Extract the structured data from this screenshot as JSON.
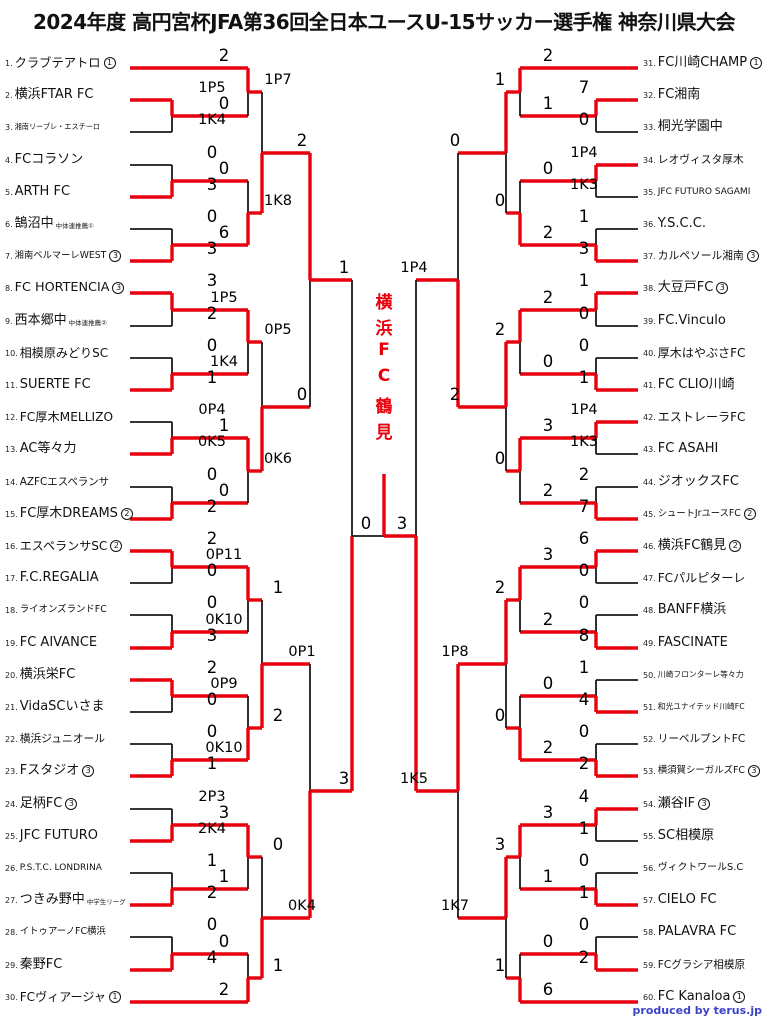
{
  "title": "2024年度 高円宮杯JFA第36回全日本ユースU-15サッカー選手権 神奈川県大会",
  "footer": "produced by terus.jp",
  "champion": "横浜FC鶴見",
  "colors": {
    "winner_path": "#e8000d",
    "line": "#1a1a1a",
    "champion_text": "#e8000d",
    "footer_text": "#3b43c8"
  },
  "final": {
    "scores": [
      "0",
      "3"
    ],
    "winner": "right"
  },
  "left": {
    "teams": [
      {
        "n": "1.",
        "name": "クラブテアトロ",
        "seed": "1"
      },
      {
        "n": "2.",
        "name": "横浜FTAR FC"
      },
      {
        "n": "3.",
        "name": "湘南リーブレ・エスチーロ"
      },
      {
        "n": "4.",
        "name": "FCコラソン"
      },
      {
        "n": "5.",
        "name": "ARTH FC"
      },
      {
        "n": "6.",
        "name": "鵠沼中",
        "note": "中体連推薦①"
      },
      {
        "n": "7.",
        "name": "湘南ベルマーレWEST",
        "seed": "3"
      },
      {
        "n": "8.",
        "name": "FC HORTENCIA",
        "seed": "3"
      },
      {
        "n": "9.",
        "name": "西本郷中",
        "note": "中体連推薦②"
      },
      {
        "n": "10.",
        "name": "相模原みどりSC"
      },
      {
        "n": "11.",
        "name": "SUERTE FC"
      },
      {
        "n": "12.",
        "name": "FC厚木MELLIZO"
      },
      {
        "n": "13.",
        "name": "AC等々力"
      },
      {
        "n": "14.",
        "name": "AZFCエスペランサ"
      },
      {
        "n": "15.",
        "name": "FC厚木DREAMS",
        "seed": "2"
      },
      {
        "n": "16.",
        "name": "エスペランサSC",
        "seed": "2"
      },
      {
        "n": "17.",
        "name": "F.C.REGALIA"
      },
      {
        "n": "18.",
        "name": "ライオンズランドFC"
      },
      {
        "n": "19.",
        "name": "FC AIVANCE"
      },
      {
        "n": "20.",
        "name": "横浜栄FC"
      },
      {
        "n": "21.",
        "name": "VidaSCいさま"
      },
      {
        "n": "22.",
        "name": "横浜ジュニオール"
      },
      {
        "n": "23.",
        "name": "Fスタジオ",
        "seed": "3"
      },
      {
        "n": "24.",
        "name": "足柄FC",
        "seed": "3"
      },
      {
        "n": "25.",
        "name": "JFC FUTURO"
      },
      {
        "n": "26.",
        "name": "P.S.T.C. LONDRINA"
      },
      {
        "n": "27.",
        "name": "つきみ野中",
        "note": "中学生リーグ"
      },
      {
        "n": "28.",
        "name": "イトゥアーノFC横浜"
      },
      {
        "n": "29.",
        "name": "秦野FC"
      },
      {
        "n": "30.",
        "name": "FCヴィアージャ",
        "seed": "1"
      }
    ],
    "r1": [
      {
        "scores": [
          "1P5",
          "1K4"
        ],
        "winner": "top"
      },
      {
        "scores": [
          "0",
          "3"
        ],
        "winner": "bottom"
      },
      {
        "scores": [
          "0",
          "3"
        ],
        "winner": "bottom"
      },
      {
        "scores": [
          "3",
          "2"
        ],
        "winner": "top"
      },
      {
        "scores": [
          "0",
          "1"
        ],
        "winner": "bottom"
      },
      {
        "scores": [
          "0P4",
          "0K5"
        ],
        "winner": "bottom"
      },
      {
        "scores": [
          "0",
          "2"
        ],
        "winner": "bottom"
      },
      {
        "scores": [
          "2",
          "0"
        ],
        "winner": "top"
      },
      {
        "scores": [
          "0",
          "3"
        ],
        "winner": "bottom"
      },
      {
        "scores": [
          "2",
          "0"
        ],
        "winner": "top"
      },
      {
        "scores": [
          "0",
          "1"
        ],
        "winner": "bottom"
      },
      {
        "scores": [
          "2P3",
          "2K4"
        ],
        "winner": "bottom"
      },
      {
        "scores": [
          "1",
          "2"
        ],
        "winner": "bottom"
      },
      {
        "scores": [
          "0",
          "4"
        ],
        "winner": "bottom"
      }
    ],
    "r2": [
      {
        "scores": [
          "2",
          "0"
        ],
        "winner": "top"
      },
      {
        "scores": [
          "0",
          "6"
        ],
        "winner": "bottom"
      },
      {
        "scores": [
          "1P5",
          "1K4"
        ],
        "winner": "top"
      },
      {
        "scores": [
          "1",
          "0"
        ],
        "winner": "top"
      },
      {
        "scores": [
          "0P11",
          "0K10"
        ],
        "winner": "top"
      },
      {
        "scores": [
          "0P9",
          "0K10"
        ],
        "winner": "bottom"
      },
      {
        "scores": [
          "3",
          "1"
        ],
        "winner": "top"
      },
      {
        "scores": [
          "0",
          "2"
        ],
        "winner": "bottom"
      }
    ],
    "r3": [
      {
        "scores": [
          "1P7",
          "1K8"
        ],
        "winner": "bottom"
      },
      {
        "scores": [
          "0P5",
          "0K6"
        ],
        "winner": "bottom"
      },
      {
        "scores": [
          "1",
          "2"
        ],
        "winner": "bottom"
      },
      {
        "scores": [
          "0",
          "1"
        ],
        "winner": "bottom"
      }
    ],
    "qf": [
      {
        "scores": [
          "2",
          "0"
        ],
        "winner": "top"
      },
      {
        "scores": [
          "0P1",
          "0K4"
        ],
        "winner": "bottom"
      }
    ],
    "sf": {
      "scores": [
        "1",
        "3"
      ],
      "winner": "bottom"
    }
  },
  "right": {
    "teams": [
      {
        "n": "31.",
        "name": "FC川崎CHAMP",
        "seed": "1"
      },
      {
        "n": "32.",
        "name": "FC湘南"
      },
      {
        "n": "33.",
        "name": "桐光学園中"
      },
      {
        "n": "34.",
        "name": "レオヴィスタ厚木"
      },
      {
        "n": "35.",
        "name": "JFC FUTURO SAGAMI"
      },
      {
        "n": "36.",
        "name": "Y.S.C.C."
      },
      {
        "n": "37.",
        "name": "カルペソール湘南",
        "seed": "3"
      },
      {
        "n": "38.",
        "name": "大豆戸FC",
        "seed": "3"
      },
      {
        "n": "39.",
        "name": "FC.Vinculo"
      },
      {
        "n": "40.",
        "name": "厚木はやぶさFC"
      },
      {
        "n": "41.",
        "name": "FC CLIO川崎"
      },
      {
        "n": "42.",
        "name": "エストレーラFC"
      },
      {
        "n": "43.",
        "name": "FC ASAHI"
      },
      {
        "n": "44.",
        "name": "ジオックスFC"
      },
      {
        "n": "45.",
        "name": "シュートJrユースFC",
        "seed": "2"
      },
      {
        "n": "46.",
        "name": "横浜FC鶴見",
        "seed": "2"
      },
      {
        "n": "47.",
        "name": "FCパルピターレ"
      },
      {
        "n": "48.",
        "name": "BANFF横浜"
      },
      {
        "n": "49.",
        "name": "FASCINATE"
      },
      {
        "n": "50.",
        "name": "川崎フロンターレ等々力"
      },
      {
        "n": "51.",
        "name": "和光ユナイテッド川崎FC"
      },
      {
        "n": "52.",
        "name": "リーベルプントFC"
      },
      {
        "n": "53.",
        "name": "横須賀シーガルズFC",
        "seed": "3"
      },
      {
        "n": "54.",
        "name": "瀬谷IF",
        "seed": "3"
      },
      {
        "n": "55.",
        "name": "SC相模原"
      },
      {
        "n": "56.",
        "name": "ヴィクトワールS.C"
      },
      {
        "n": "57.",
        "name": "CIELO FC"
      },
      {
        "n": "58.",
        "name": "PALAVRA FC"
      },
      {
        "n": "59.",
        "name": "FCグラシア相模原"
      },
      {
        "n": "60.",
        "name": "FC Kanaloa",
        "seed": "1"
      }
    ],
    "r1": [
      {
        "scores": [
          "7",
          "0"
        ],
        "winner": "top"
      },
      {
        "scores": [
          "1P4",
          "1K3"
        ],
        "winner": "top"
      },
      {
        "scores": [
          "1",
          "3"
        ],
        "winner": "bottom"
      },
      {
        "scores": [
          "1",
          "0"
        ],
        "winner": "top"
      },
      {
        "scores": [
          "0",
          "1"
        ],
        "winner": "bottom"
      },
      {
        "scores": [
          "1P4",
          "1K3"
        ],
        "winner": "top"
      },
      {
        "scores": [
          "2",
          "7"
        ],
        "winner": "bottom"
      },
      {
        "scores": [
          "6",
          "0"
        ],
        "winner": "top"
      },
      {
        "scores": [
          "0",
          "8"
        ],
        "winner": "bottom"
      },
      {
        "scores": [
          "1",
          "4"
        ],
        "winner": "bottom"
      },
      {
        "scores": [
          "0",
          "2"
        ],
        "winner": "bottom"
      },
      {
        "scores": [
          "4",
          "1"
        ],
        "winner": "top"
      },
      {
        "scores": [
          "0",
          "1"
        ],
        "winner": "bottom"
      },
      {
        "scores": [
          "0",
          "2"
        ],
        "winner": "bottom"
      }
    ],
    "r2": [
      {
        "scores": [
          "2",
          "1"
        ],
        "winner": "top"
      },
      {
        "scores": [
          "0",
          "2"
        ],
        "winner": "bottom"
      },
      {
        "scores": [
          "2",
          "0"
        ],
        "winner": "top"
      },
      {
        "scores": [
          "3",
          "2"
        ],
        "winner": "top"
      },
      {
        "scores": [
          "3",
          "2"
        ],
        "winner": "top"
      },
      {
        "scores": [
          "0",
          "2"
        ],
        "winner": "bottom"
      },
      {
        "scores": [
          "3",
          "1"
        ],
        "winner": "top"
      },
      {
        "scores": [
          "0",
          "6"
        ],
        "winner": "bottom"
      }
    ],
    "r3": [
      {
        "scores": [
          "1",
          "0"
        ],
        "winner": "top"
      },
      {
        "scores": [
          "2",
          "0"
        ],
        "winner": "top"
      },
      {
        "scores": [
          "2",
          "0"
        ],
        "winner": "top"
      },
      {
        "scores": [
          "3",
          "1"
        ],
        "winner": "top"
      }
    ],
    "qf": [
      {
        "scores": [
          "0",
          "2"
        ],
        "winner": "bottom"
      },
      {
        "scores": [
          "1P8",
          "1K7"
        ],
        "winner": "top"
      }
    ],
    "sf": {
      "scores": [
        "1P4",
        "1K5"
      ],
      "winner": "bottom"
    }
  }
}
